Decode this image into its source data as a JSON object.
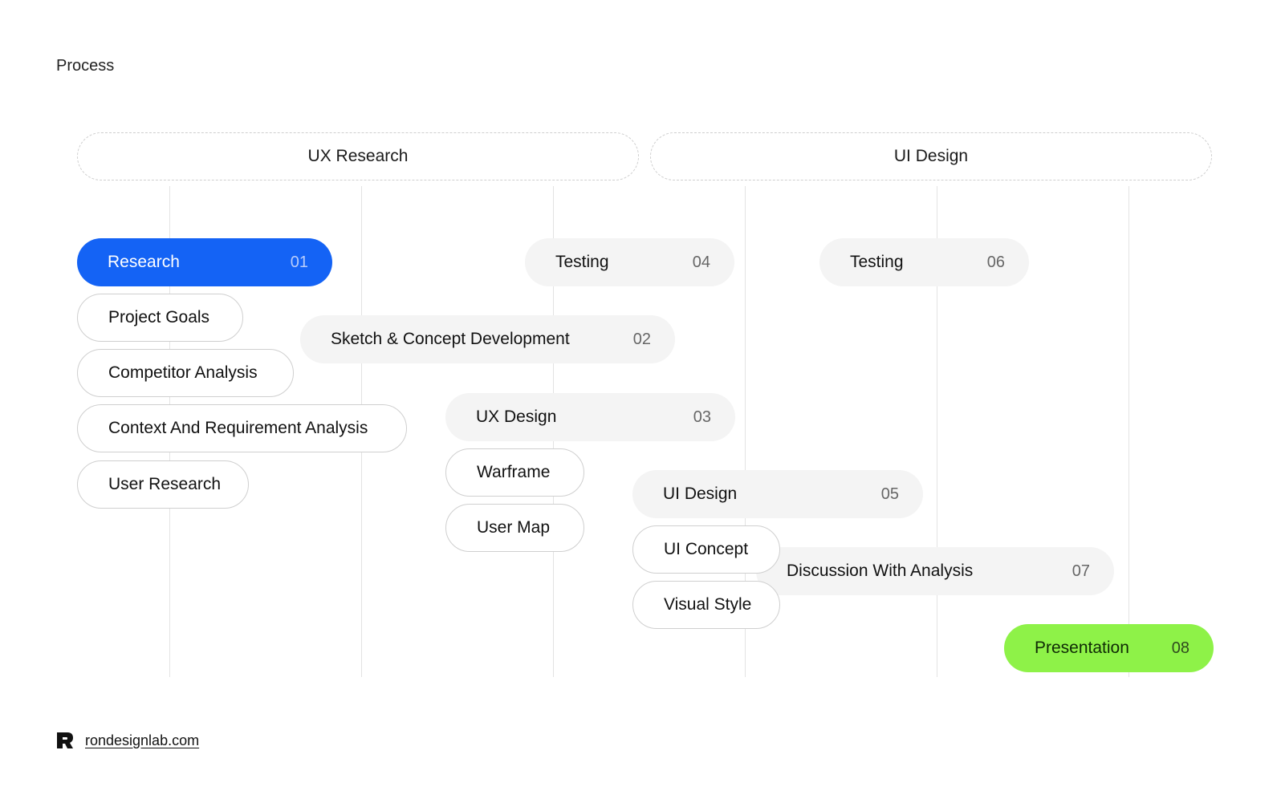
{
  "heading": "Process",
  "phases": {
    "ux_research": "UX Research",
    "ui_design": "UI Design"
  },
  "steps": {
    "research": {
      "label": "Research",
      "num": "01"
    },
    "sketch": {
      "label": "Sketch & Concept Development",
      "num": "02"
    },
    "ux_design": {
      "label": "UX Design",
      "num": "03"
    },
    "testing_1": {
      "label": "Testing",
      "num": "04"
    },
    "ui_design": {
      "label": "UI Design",
      "num": "05"
    },
    "testing_2": {
      "label": "Testing",
      "num": "06"
    },
    "discussion": {
      "label": "Discussion With Analysis",
      "num": "07"
    },
    "presentation": {
      "label": "Presentation",
      "num": "08"
    }
  },
  "tasks": {
    "project_goals": "Project Goals",
    "competitor_analysis": "Competitor Analysis",
    "context_requirement": "Context And Requirement Analysis",
    "user_research": "User Research",
    "warframe": "Warframe",
    "user_map": "User Map",
    "ui_concept": "UI Concept",
    "visual_style": "Visual Style"
  },
  "colors": {
    "accent_blue": "#1463f5",
    "accent_green": "#8ef248",
    "step_gray": "#f4f4f4",
    "border_gray": "#cfcfcf"
  },
  "footer": {
    "logo_icon": "brand-r-logo-icon",
    "site": "rondesignlab.com"
  }
}
